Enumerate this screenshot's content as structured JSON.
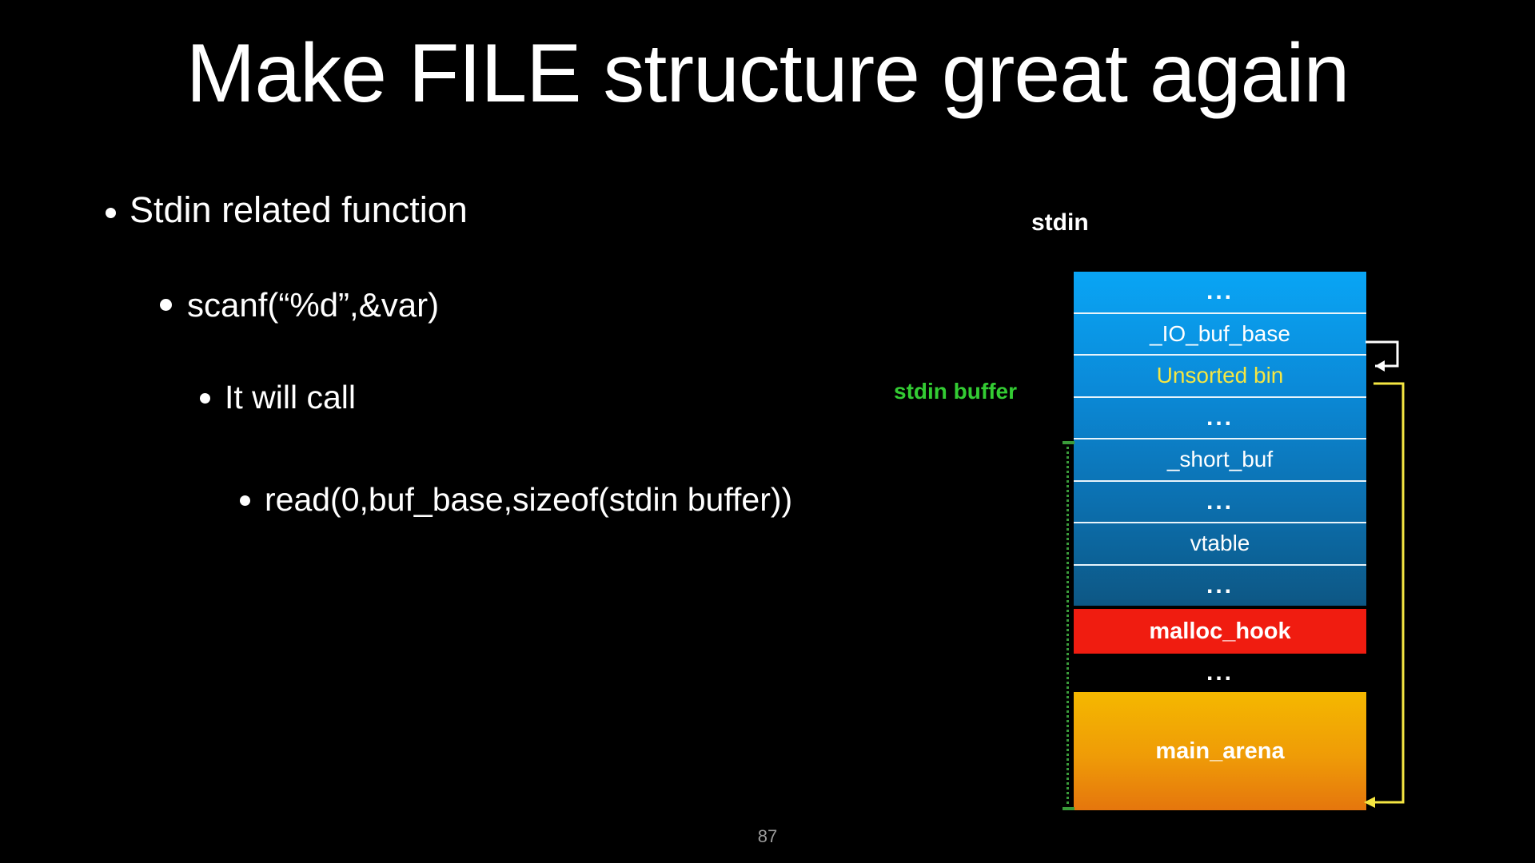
{
  "slide": {
    "title": "Make FILE structure great again",
    "page_number": "87",
    "background_color": "#000000"
  },
  "bullets": [
    {
      "level": 1,
      "text": "Stdin related function"
    },
    {
      "level": 2,
      "text": "scanf(“%d”,&var)"
    },
    {
      "level": 3,
      "text": "It will call"
    },
    {
      "level": 4,
      "text": "read(0,buf_base,sizeof(stdin buffer))"
    }
  ],
  "diagram": {
    "stdin_label": "stdin",
    "stdin_buffer_label": "stdin buffer",
    "stdin_buffer_label_color": "#33cc33",
    "file_struct_rows": [
      {
        "text": "...",
        "kind": "ellipsis",
        "color": "#ffffff"
      },
      {
        "text": "_IO_buf_base",
        "kind": "field",
        "color": "#ffffff"
      },
      {
        "text": "Unsorted bin",
        "kind": "highlight",
        "color": "#f5e642"
      },
      {
        "text": "...",
        "kind": "ellipsis",
        "color": "#ffffff"
      },
      {
        "text": "_short_buf",
        "kind": "field",
        "color": "#ffffff"
      },
      {
        "text": "...",
        "kind": "ellipsis",
        "color": "#ffffff"
      },
      {
        "text": "vtable",
        "kind": "field",
        "color": "#ffffff"
      },
      {
        "text": "...",
        "kind": "ellipsis",
        "color": "#ffffff"
      }
    ],
    "malloc_hook": {
      "text": "malloc_hook",
      "color": "#f01c10"
    },
    "gap_ellipsis": "...",
    "main_arena": {
      "text": "main_arena",
      "color": "#ef9b07"
    },
    "arrows": {
      "white_hook": "buf-base-self-pointer",
      "yellow_long": "unsorted-bin-to-main-arena",
      "yellow_color": "#f5e642",
      "white_color": "#ffffff"
    },
    "bracket_color": "#3a9b3a"
  }
}
